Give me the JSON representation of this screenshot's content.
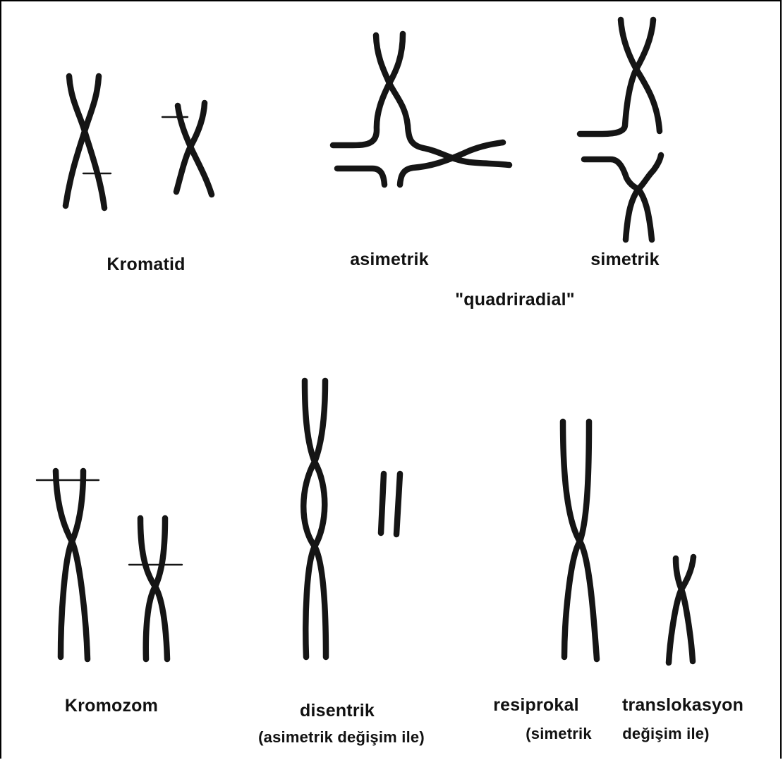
{
  "labels": {
    "kromatid": "Kromatid",
    "asimetrik": "asimetrik",
    "simetrik": "simetrik",
    "quadriradial": "\"quadriradial\"",
    "kromozom": "Kromozom",
    "disentrik": "disentrik",
    "disentrik_sub": "(asimetrik değişim ile)",
    "resiprokal": "resiprokal",
    "translokasyon": "translokasyon",
    "simetrik_sub": "(simetrik",
    "degisim_sub": "değişim ile)"
  }
}
